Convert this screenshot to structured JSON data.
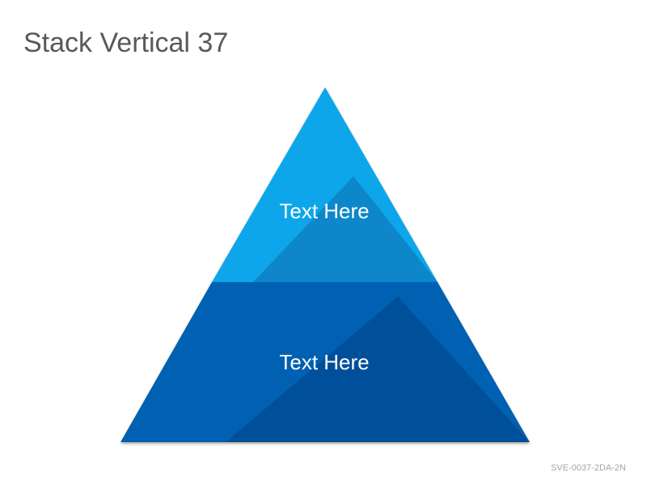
{
  "slide": {
    "title": "Stack Vertical 37",
    "code": "SVE-0037-2DA-2N"
  },
  "pyramid": {
    "tiers": [
      {
        "label": "Text Here",
        "color_light": "#0aa6ea",
        "color_shade": "#0787c9"
      },
      {
        "label": "Text Here",
        "color_light": "#0560b2",
        "color_shade": "#03509a"
      }
    ]
  }
}
